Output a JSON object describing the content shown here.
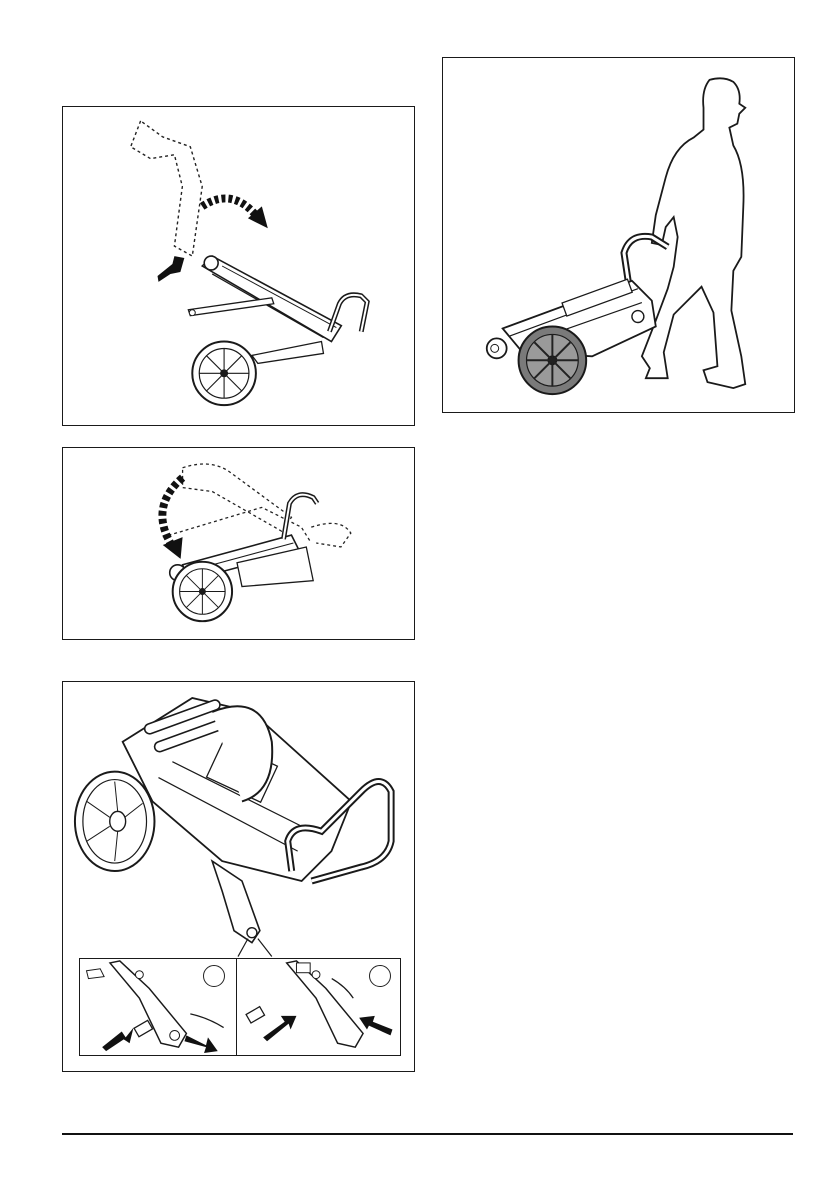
{
  "page": {
    "figures": [
      {
        "id": "fig1",
        "caption": ""
      },
      {
        "id": "fig2",
        "caption": ""
      },
      {
        "id": "fig3",
        "caption": ""
      },
      {
        "id": "fig4",
        "caption": ""
      }
    ],
    "inset_markers": {
      "a": "",
      "b": ""
    },
    "colors": {
      "line": "#1a1a1a",
      "wheel_fill": "#7a7a7a",
      "arrow": "#111111"
    }
  }
}
